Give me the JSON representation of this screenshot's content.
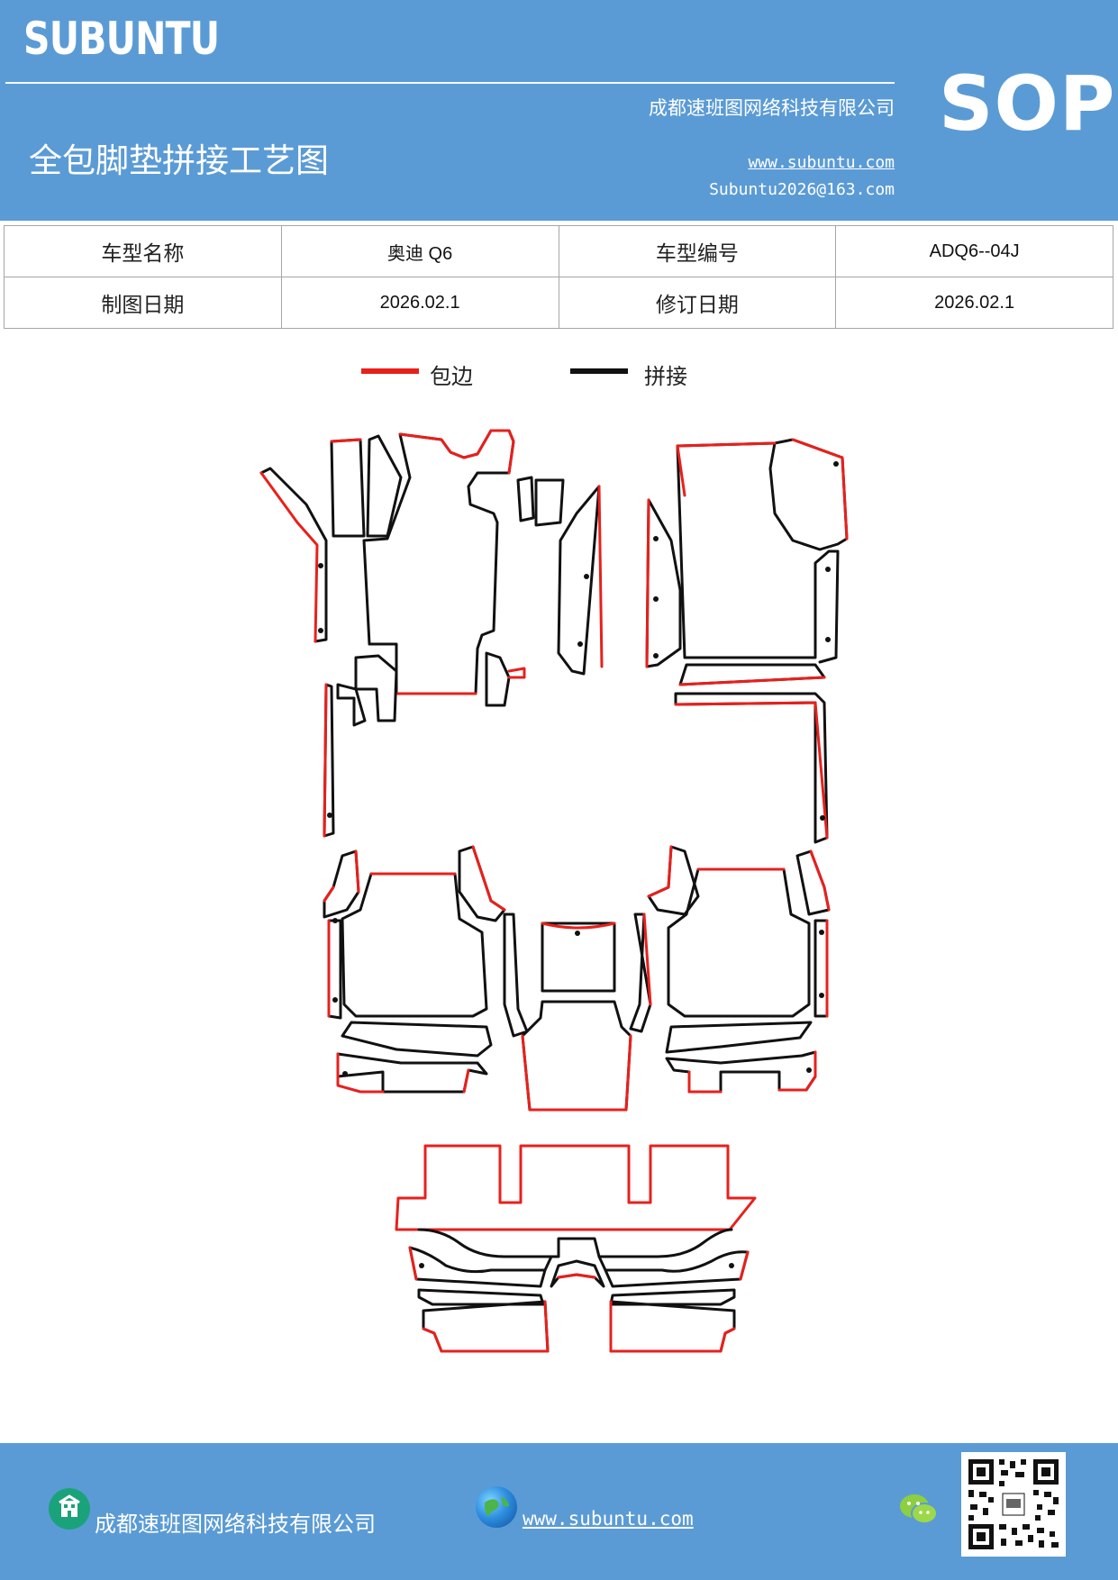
{
  "header": {
    "brand": "SUBUNTU",
    "company": "成都速班图网络科技有限公司",
    "title": "全包脚垫拼接工艺图",
    "website": "www.subuntu.com",
    "email": "Subuntu2026@163.com",
    "badge": "SOP"
  },
  "info": {
    "row1": {
      "label1": "车型名称",
      "value1": "奥迪 Q6",
      "label2": "车型编号",
      "value2": "ADQ6--04J"
    },
    "row2": {
      "label1": "制图日期",
      "value1": "2026.02.1",
      "label2": "修订日期",
      "value2": "2026.02.1"
    }
  },
  "legend": [
    {
      "label": "包边",
      "color": "#e8201c"
    },
    {
      "label": "拼接",
      "color": "#111111"
    }
  ],
  "footer": {
    "company": "成都速班图网络科技有限公司",
    "website": "www.subuntu.com",
    "icons": [
      "building-icon",
      "globe-icon",
      "wechat-icon",
      "qr-code"
    ]
  }
}
